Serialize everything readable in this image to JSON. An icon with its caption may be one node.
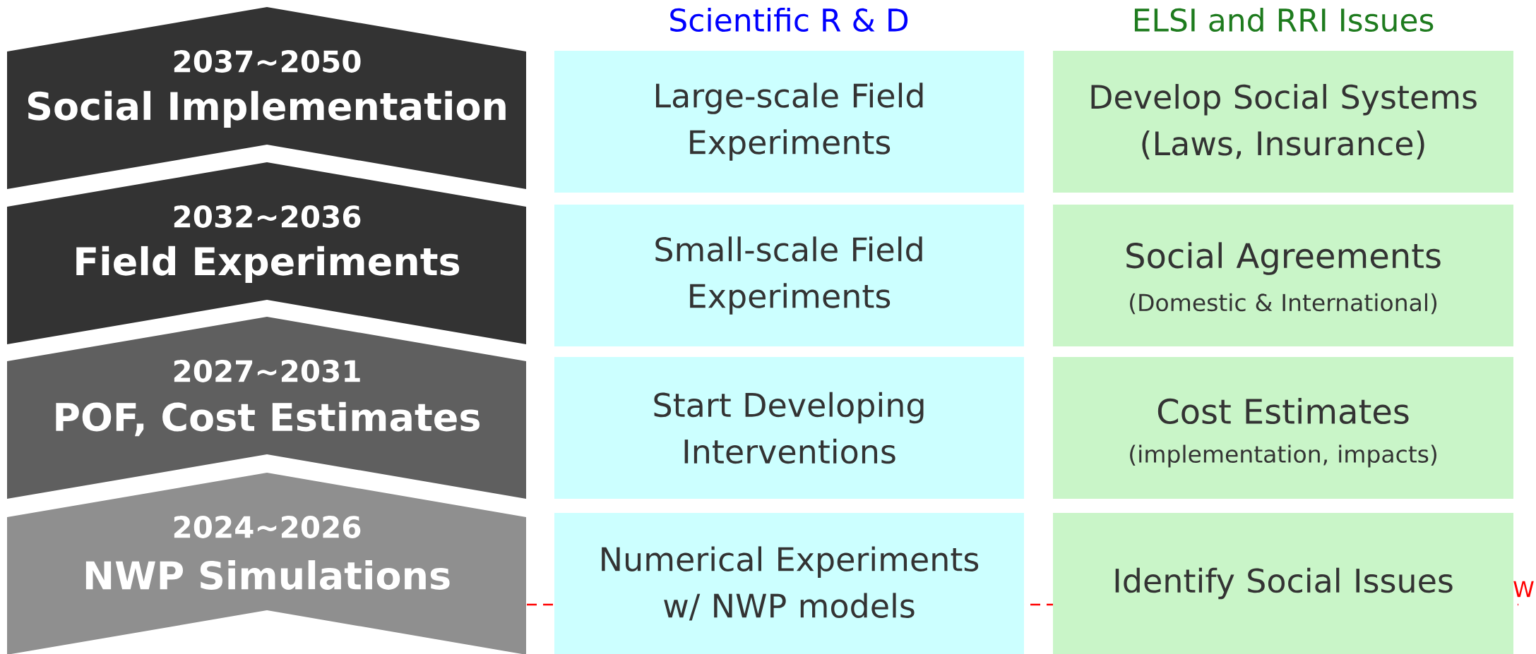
{
  "diagram": {
    "nodes": [
      {
        "text": [
          "2037~2050",
          "Social Implementation"
        ]
      },
      {
        "text": [
          "2032~2036",
          "Field Experiments"
        ]
      },
      {
        "text": [
          "2027~2031",
          "POF, Cost Estimates"
        ]
      },
      {
        "text": [
          "2024~2026",
          "NWP Simulations"
        ]
      },
      {
        "text": [
          "Large-scale Field Experiments"
        ]
      },
      {
        "text": [
          "Small-scale Field Experiments"
        ]
      },
      {
        "text": [
          "Start Developing Interventions"
        ]
      },
      {
        "text": [
          "Numerical Experiments w/ NWP models"
        ]
      },
      {
        "text": [
          "Develop Social Systems (Laws, Insurance)"
        ]
      },
      {
        "text": [
          "Social Agreements",
          "(Domestic & International)"
        ]
      },
      {
        "text": [
          "Cost Estimates",
          "(implementation, impacts)"
        ]
      },
      {
        "text": [
          "Identify Social Issues"
        ]
      }
    ],
    "labels": [
      "Scientific R & D",
      "ELSI and RRI Issues",
      "W"
    ]
  }
}
